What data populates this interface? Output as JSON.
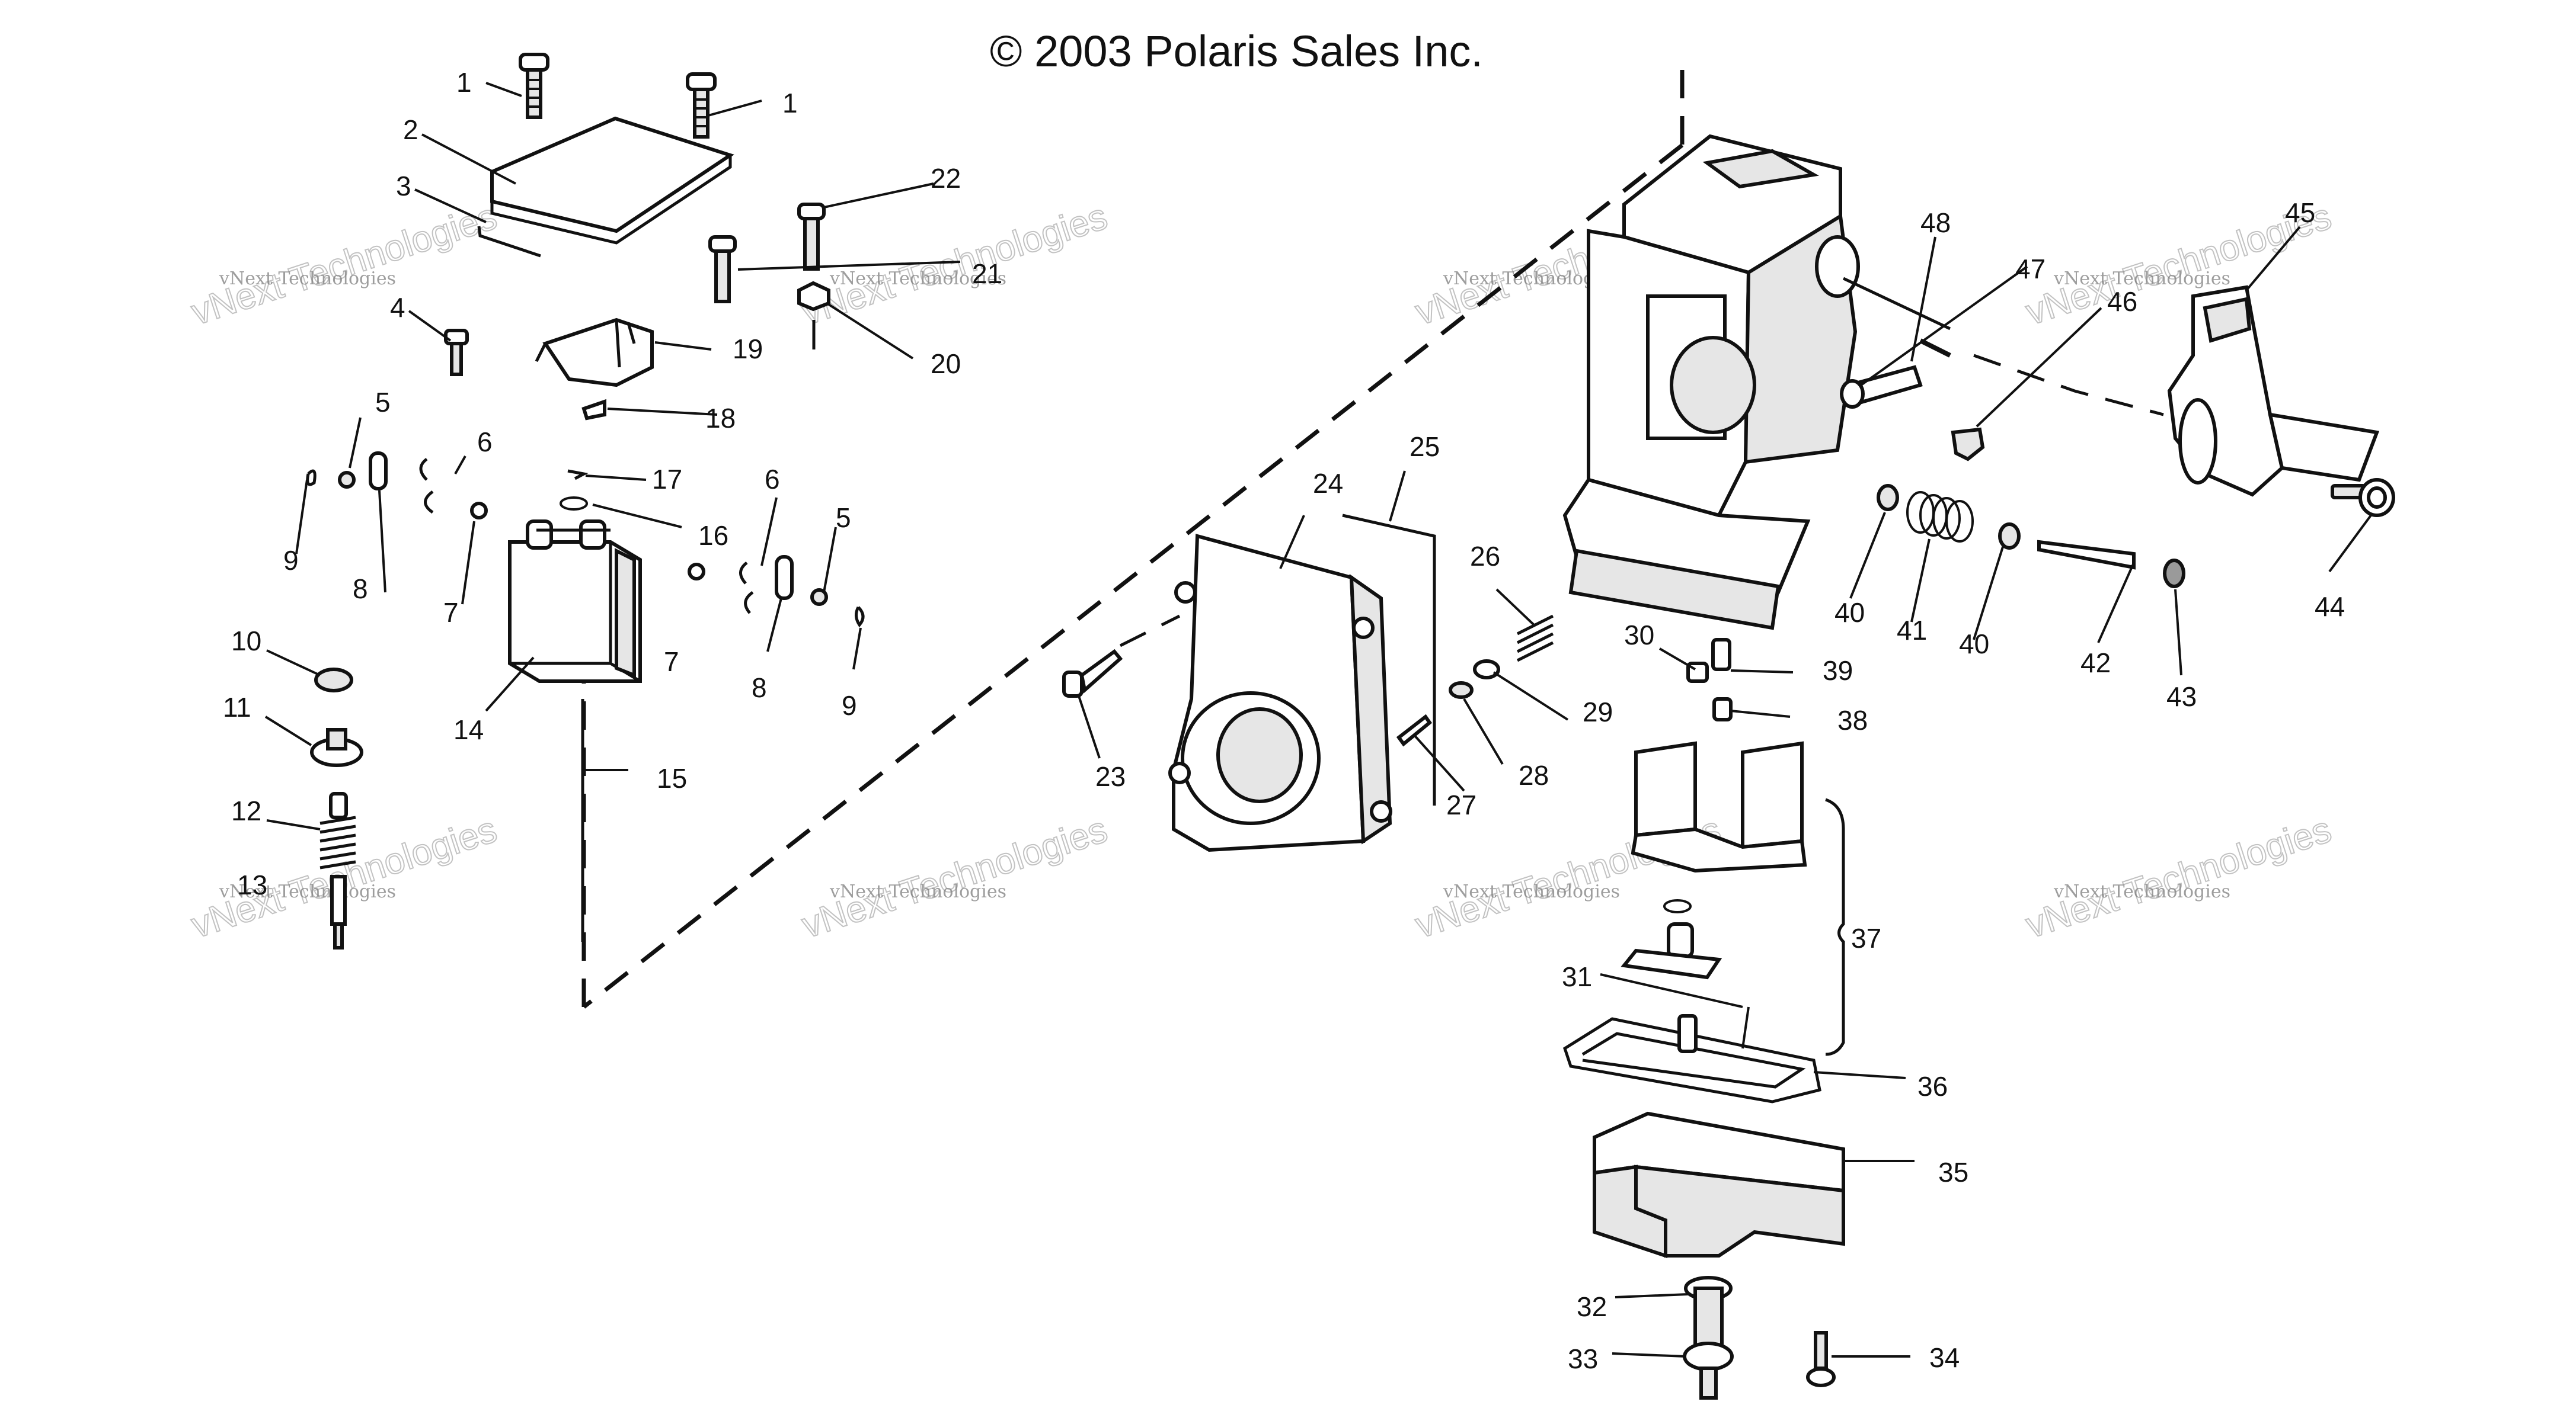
{
  "title": "© 2003 Polaris Sales Inc.",
  "watermark": {
    "line1": "vNext Technologies",
    "line2": "vNext Technologies"
  },
  "callouts": {
    "c1a": "1",
    "c1b": "1",
    "c2": "2",
    "c3": "3",
    "c4": "4",
    "c5a": "5",
    "c5b": "5",
    "c6a": "6",
    "c6b": "6",
    "c7a": "7",
    "c7b": "7",
    "c8a": "8",
    "c8b": "8",
    "c9a": "9",
    "c9b": "9",
    "c10": "10",
    "c11": "11",
    "c12": "12",
    "c13": "13",
    "c14": "14",
    "c15": "15",
    "c16": "16",
    "c17": "17",
    "c18": "18",
    "c19": "19",
    "c20": "20",
    "c21": "21",
    "c22": "22",
    "c23": "23",
    "c24": "24",
    "c25": "25",
    "c26": "26",
    "c27": "27",
    "c28": "28",
    "c29": "29",
    "c30": "30",
    "c31": "31",
    "c32": "32",
    "c33": "33",
    "c34": "34",
    "c35": "35",
    "c36": "36",
    "c37": "37",
    "c38": "38",
    "c39": "39",
    "c40a": "40",
    "c40b": "40",
    "c41": "41",
    "c42": "42",
    "c43": "43",
    "c44": "44",
    "c45": "45",
    "c46": "46",
    "c47": "47",
    "c48": "48"
  }
}
